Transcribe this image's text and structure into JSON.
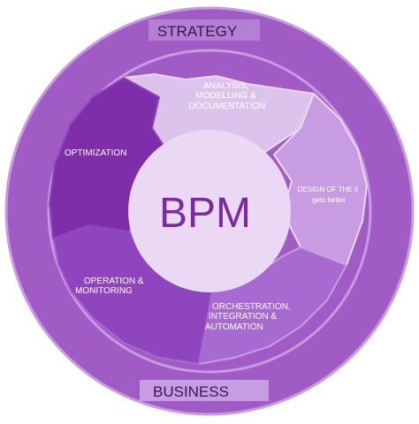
{
  "center": {
    "label": "BPM"
  },
  "ring_labels": {
    "top": "STRATEGY",
    "bottom": "BUSINESS"
  },
  "stages": [
    {
      "id": "analysis",
      "lines": [
        "ANALYSIS,",
        "MODELLING &",
        "DOCUMENTATION"
      ]
    },
    {
      "id": "design",
      "lines": [
        "DESIGN OF THE II",
        "gets better"
      ]
    },
    {
      "id": "orchestration",
      "lines": [
        "ORCHESTRATION,",
        "INTEGRATION &",
        "AUTOMATION"
      ]
    },
    {
      "id": "operation",
      "lines": [
        "OPERATION &",
        "MONITORING"
      ]
    },
    {
      "id": "optimization",
      "lines": [
        "OPTIMIZATION"
      ]
    }
  ],
  "colors": {
    "outer_ring": "#a05cc4",
    "outer_ring_edge": "#c79be0",
    "analysis": "#dcc3ec",
    "design": "#c89ce3",
    "orchestration": "#a76ad0",
    "operation": "#8f45bd",
    "optimization": "#7e2ea8",
    "center": "#ead8f4",
    "center_text": "#7a2c9e",
    "label_box": "#b27fd4"
  }
}
